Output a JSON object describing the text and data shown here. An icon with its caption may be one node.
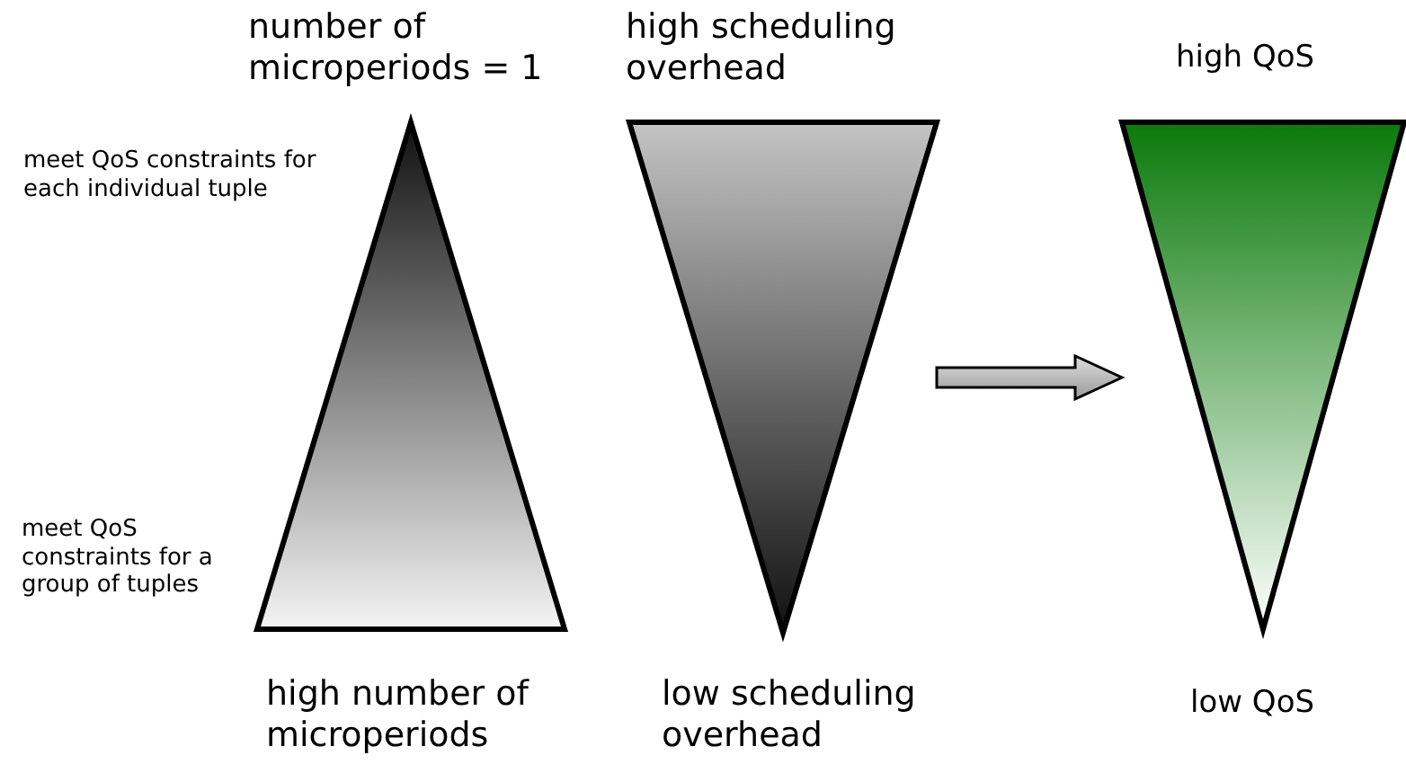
{
  "diagram": {
    "nodes": [
      {
        "text": [],
        "shape": "triangle"
      },
      {
        "text": [],
        "shape": "inverted-triangle"
      },
      {
        "text": [],
        "shape": "inverted-triangle"
      }
    ],
    "edges": [
      {
        "from": 1,
        "to": 2,
        "arrow": "to",
        "style": "thick"
      }
    ],
    "labels": [
      "number of microperiods = 1",
      "high scheduling overhead",
      "high QoS",
      "meet QoS constraints for each individual tuple",
      "meet QoS constraints for a group of tuples",
      "high number of microperiods",
      "low scheduling overhead",
      "low QoS"
    ]
  }
}
